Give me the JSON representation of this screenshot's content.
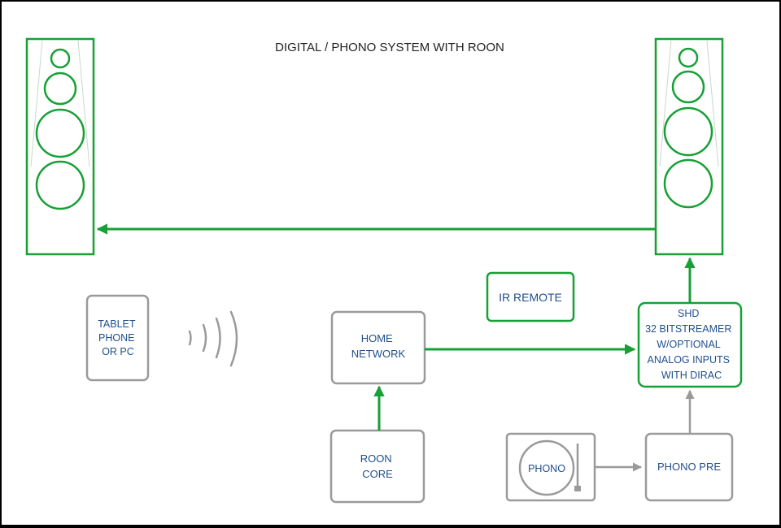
{
  "title": "DIGITAL / PHONO  SYSTEM WITH ROON",
  "nodes": {
    "tablet": [
      "TABLET",
      "PHONE",
      "OR PC"
    ],
    "home_network": [
      "HOME",
      "NETWORK"
    ],
    "roon_core": [
      "ROON",
      "CORE"
    ],
    "ir_remote": [
      "IR REMOTE"
    ],
    "shd": [
      "SHD",
      "32 BITSTREAMER",
      "W/OPTIONAL",
      "ANALOG INPUTS",
      "WITH DIRAC"
    ],
    "phono": [
      "PHONO"
    ],
    "phono_pre": [
      "PHONO PRE"
    ]
  },
  "icons": {
    "speaker": "speaker-icon",
    "wireless": "wireless-signal-icon",
    "turntable": "turntable-icon"
  },
  "colors": {
    "background": "#000000",
    "canvas": "#ffffff",
    "green": "#16a035",
    "gray": "#9a9a9a",
    "text_blue": "#1f4e8c",
    "title": "#222222",
    "speaker_line": "#c8d8c8"
  }
}
